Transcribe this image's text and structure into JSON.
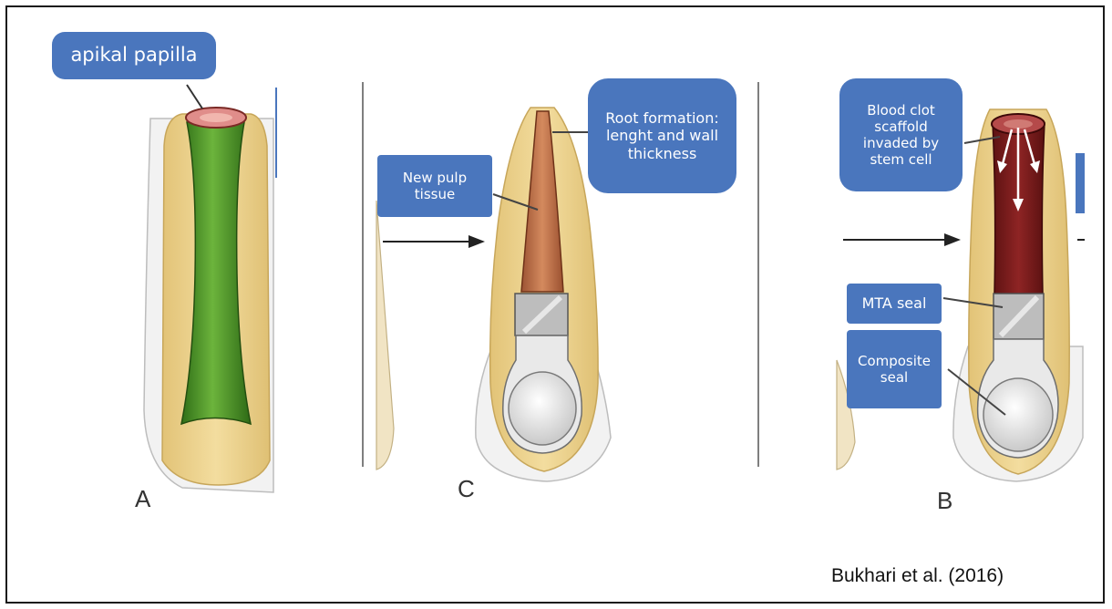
{
  "panels": {
    "a": {
      "letter": "A",
      "label": "apikal papilla"
    },
    "c": {
      "letter": "C",
      "label_pulp": "New pulp tissue",
      "label_root": "Root formation: lenght and wall thickness"
    },
    "b": {
      "letter": "B",
      "label_clot": "Blood clot scaffold invaded by stem cell",
      "label_mta": "MTA seal",
      "label_composite": "Composite seal"
    }
  },
  "citation": "Bukhari et al. (2016)",
  "colors": {
    "label_bg": "#4a76bd",
    "bone": "#ecd18a",
    "pulp_green": "#4d9a2c",
    "pulp_new": "#c97a4e",
    "blood_clot": "#7a1c1c",
    "mta": "#b9b9b9"
  }
}
